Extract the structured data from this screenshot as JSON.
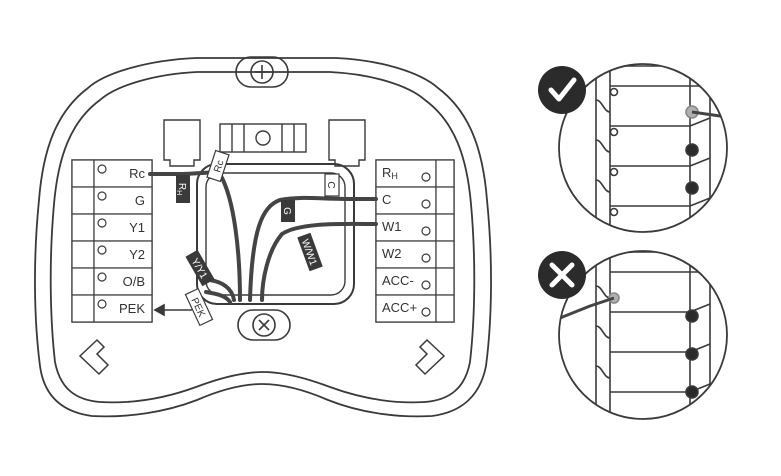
{
  "left_terminals": [
    "Rc",
    "G",
    "Y1",
    "Y2",
    "O/B",
    "PEK"
  ],
  "right_terminals": [
    {
      "main": "R",
      "sub": "H"
    },
    {
      "main": "C",
      "sub": ""
    },
    {
      "main": "W1",
      "sub": ""
    },
    {
      "main": "W2",
      "sub": ""
    },
    {
      "main": "ACC-",
      "sub": ""
    },
    {
      "main": "ACC+",
      "sub": ""
    }
  ],
  "wire_tags": {
    "rh": {
      "main": "R",
      "sub": "H"
    },
    "rc": "Rc",
    "c": "C",
    "g": "G",
    "w_w1": "W/W1",
    "y_y1": "Y/Y1",
    "pek": "PEK"
  },
  "insets": {
    "correct": {
      "symbol": "check-mark"
    },
    "incorrect": {
      "symbol": "x-mark"
    }
  },
  "colors": {
    "outline": "#3a3a3a",
    "wire": "#444444",
    "badge": "#2b2b2b",
    "background": "#ffffff"
  }
}
